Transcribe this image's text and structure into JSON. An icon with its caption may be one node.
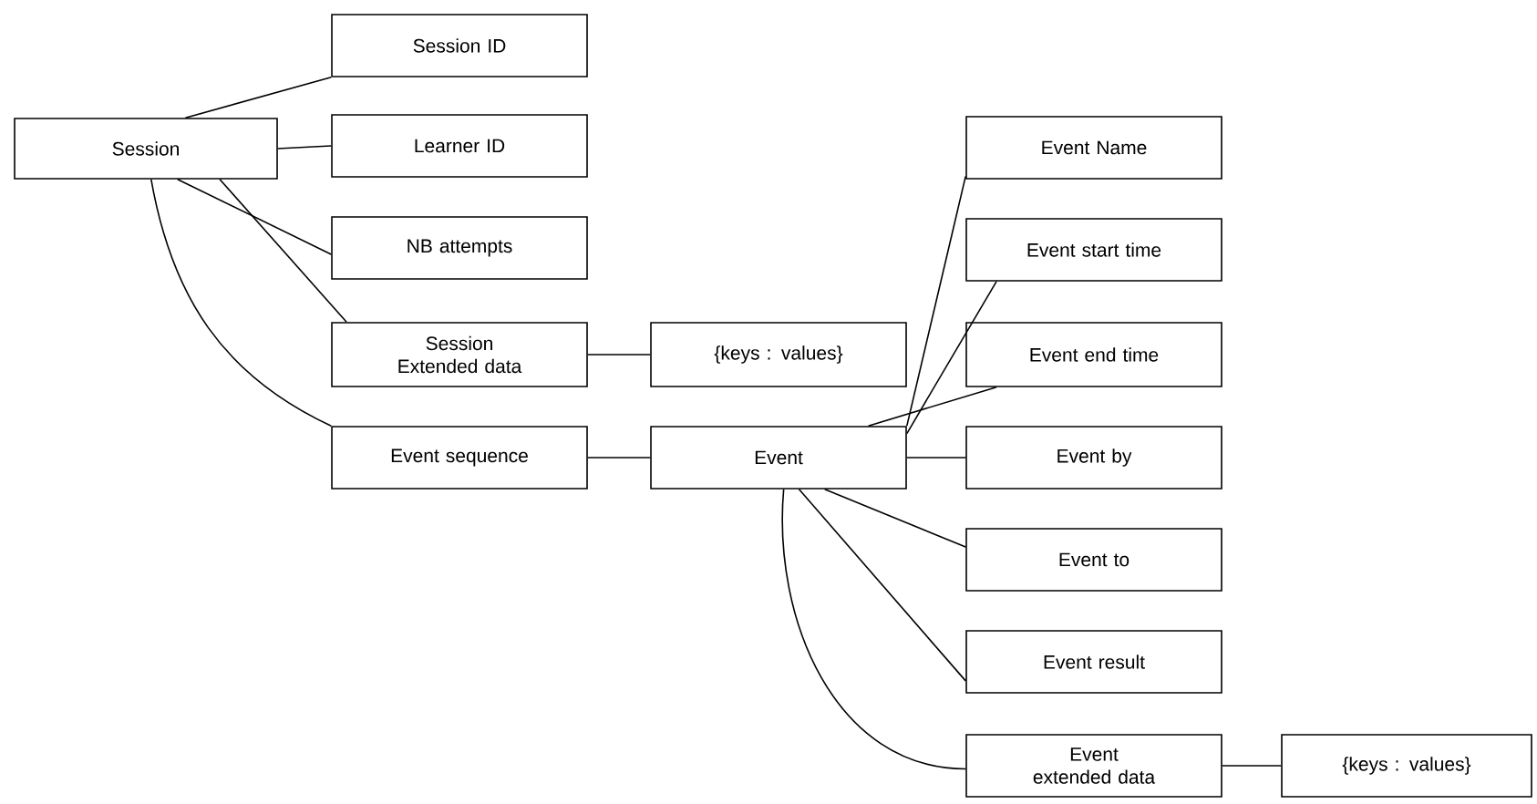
{
  "diagram": {
    "nodes": [
      {
        "text": [
          "Session"
        ]
      },
      {
        "text": [
          "Session ID"
        ]
      },
      {
        "text": [
          "Learner ID"
        ]
      },
      {
        "text": [
          "NB attempts"
        ]
      },
      {
        "text": [
          "Session Extended data"
        ]
      },
      {
        "text": [
          "Event sequence"
        ]
      },
      {
        "text": [
          "{keys : values}"
        ]
      },
      {
        "text": [
          "Event"
        ]
      },
      {
        "text": [
          "Event Name"
        ]
      },
      {
        "text": [
          "Event start time"
        ]
      },
      {
        "text": [
          "Event end time"
        ]
      },
      {
        "text": [
          "Event by"
        ]
      },
      {
        "text": [
          "Event to"
        ]
      },
      {
        "text": [
          "Event result"
        ]
      },
      {
        "text": [
          "Event extended data"
        ]
      },
      {
        "text": [
          "{keys : values}"
        ]
      }
    ],
    "edges": [
      {
        "from": 0,
        "to": 1,
        "arrow": "none"
      },
      {
        "from": 0,
        "to": 2,
        "arrow": "none"
      },
      {
        "from": 0,
        "to": 3,
        "arrow": "none"
      },
      {
        "from": 0,
        "to": 4,
        "arrow": "none"
      },
      {
        "from": 0,
        "to": 5,
        "arrow": "none"
      },
      {
        "from": 4,
        "to": 6,
        "arrow": "none"
      },
      {
        "from": 5,
        "to": 7,
        "arrow": "none"
      },
      {
        "from": 7,
        "to": 8,
        "arrow": "none"
      },
      {
        "from": 7,
        "to": 9,
        "arrow": "none"
      },
      {
        "from": 7,
        "to": 10,
        "arrow": "none"
      },
      {
        "from": 7,
        "to": 11,
        "arrow": "none"
      },
      {
        "from": 7,
        "to": 12,
        "arrow": "none"
      },
      {
        "from": 7,
        "to": 13,
        "arrow": "none"
      },
      {
        "from": 7,
        "to": 14,
        "arrow": "none"
      },
      {
        "from": 14,
        "to": 15,
        "arrow": "none"
      }
    ]
  }
}
